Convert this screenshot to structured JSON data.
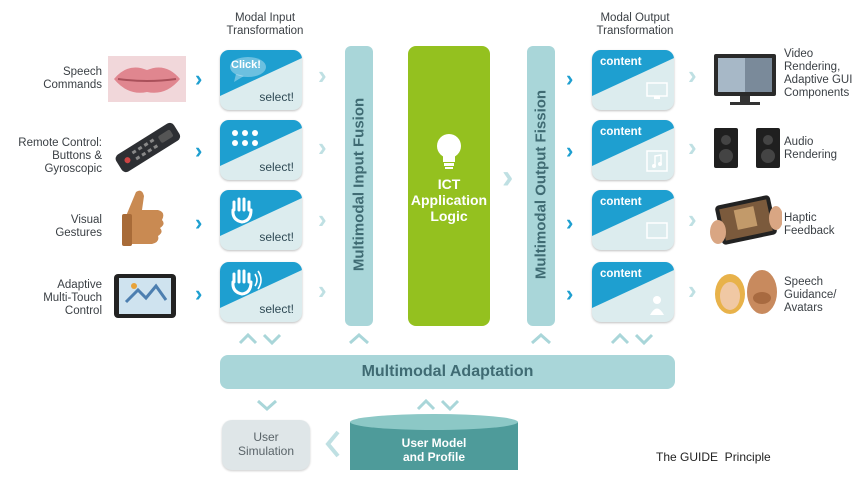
{
  "headers": {
    "input_transformation": "Modal Input\nTransformation",
    "output_transformation": "Modal Output\nTransformation"
  },
  "inputs": [
    {
      "label": "Speech\nCommands",
      "icon": "lips-icon"
    },
    {
      "label": "Remote Control:\nButtons &\nGyroscopic",
      "icon": "remote-control-icon"
    },
    {
      "label": "Visual\nGestures",
      "icon": "thumbs-up-icon"
    },
    {
      "label": "Adaptive\nMulti-Touch\nControl",
      "icon": "tablet-icon"
    }
  ],
  "input_tiles": [
    {
      "text": "select!",
      "badge": "Click!",
      "icon": "speech-bubble-icon"
    },
    {
      "text": "select!",
      "icon": "keypad-icon"
    },
    {
      "text": "select!",
      "icon": "hand-icon"
    },
    {
      "text": "select!",
      "icon": "waving-hand-icon"
    }
  ],
  "fusion_label": "Multimodal Input Fusion",
  "ict": {
    "label": "ICT\nApplication\nLogic",
    "icon": "lightbulb-icon"
  },
  "fission_label": "Multimodal Output Fission",
  "output_tiles": [
    {
      "text": "content",
      "icon": "monitor-icon"
    },
    {
      "text": "content",
      "icon": "music-note-icon"
    },
    {
      "text": "content",
      "icon": "screen-icon"
    },
    {
      "text": "content",
      "icon": "person-icon"
    }
  ],
  "outputs": [
    {
      "label": "Video\nRendering,\nAdaptive GUI\nComponents",
      "icon": "tv-icon"
    },
    {
      "label": "Audio\nRendering",
      "icon": "speakers-icon"
    },
    {
      "label": "Haptic\nFeedback",
      "icon": "tablet-hands-icon"
    },
    {
      "label": "Speech\nGuidance/\nAvatars",
      "icon": "avatars-icon"
    }
  ],
  "adaptation_label": "Multimodal Adaptation",
  "user_simulation": "User\nSimulation",
  "user_model": "User Model\nand Profile",
  "footer": "The GUIDE  Principle",
  "colors": {
    "accent_blue": "#1e9fd0",
    "bar_teal": "#a9d6d9",
    "ict_green": "#94c11f",
    "db_teal": "#4e9b9a"
  }
}
